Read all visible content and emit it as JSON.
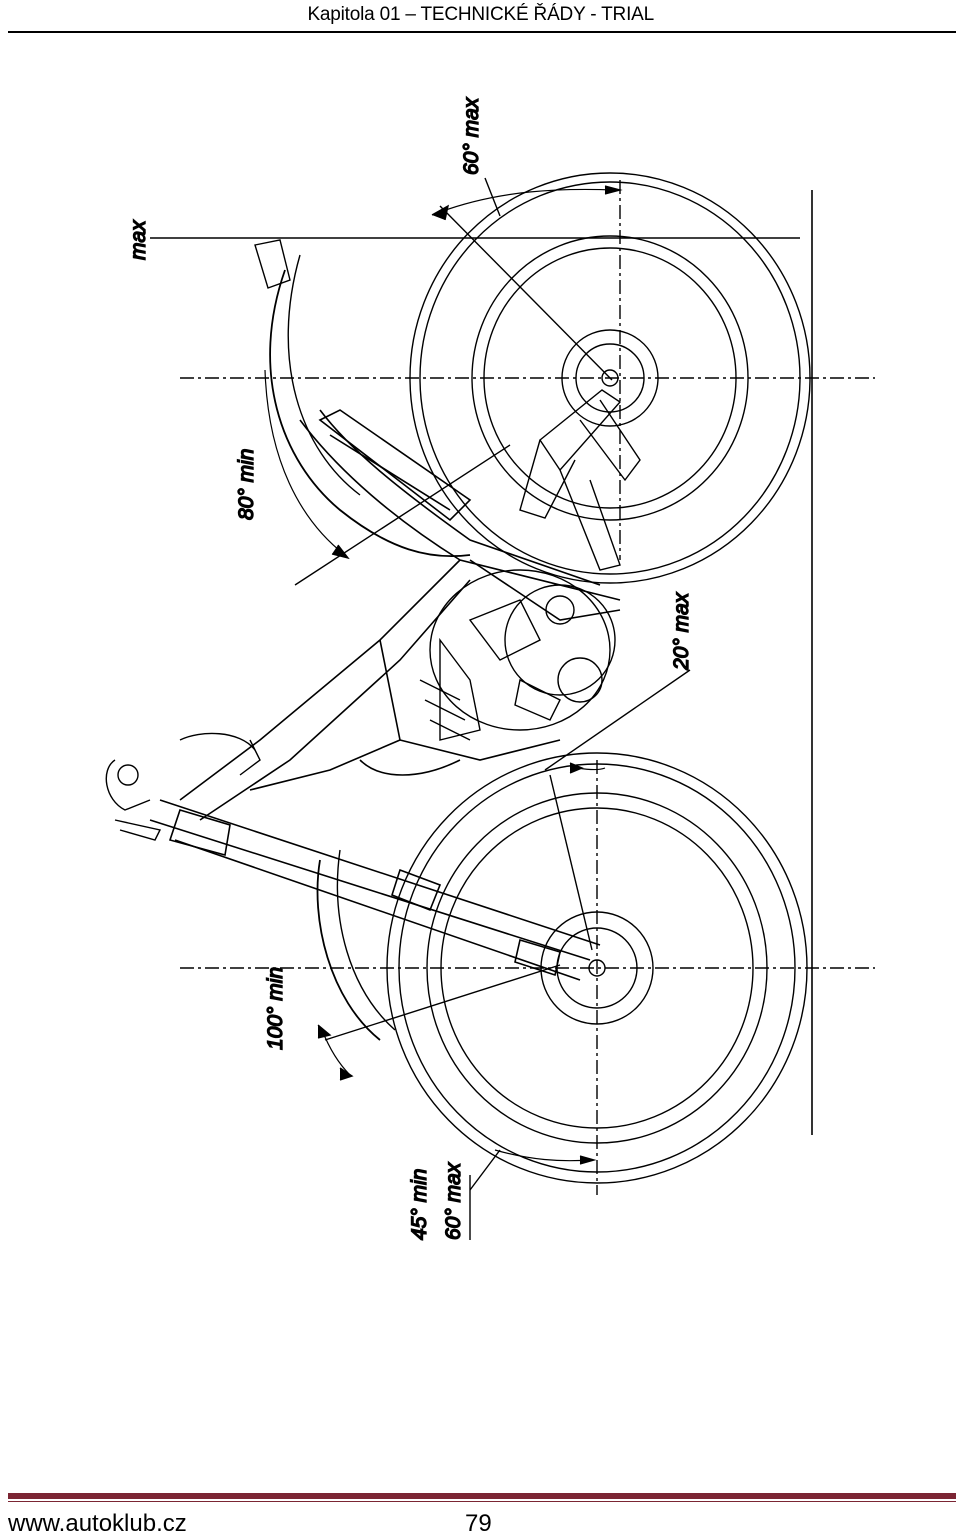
{
  "header": {
    "title": "Kapitola 01 – TECHNICKÉ ŘÁDY - TRIAL"
  },
  "figure": {
    "labels": {
      "max": "max",
      "rear_top": "60° max",
      "rear_mid": "80° min",
      "bottom": "20° max",
      "front_mid": "100° min",
      "front_bottom_a": "45° min",
      "front_bottom_b": "60° max"
    }
  },
  "footer": {
    "url": "www.autoklub.cz",
    "page_number": "79"
  }
}
